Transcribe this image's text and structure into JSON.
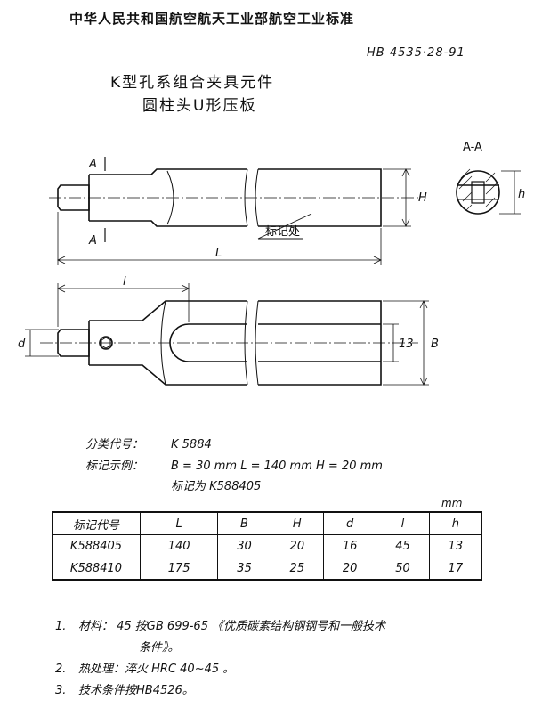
{
  "header": {
    "organization": "中华人民共和国航空航天工业部航空工业标准",
    "standard_no": "HB 4535·28-91",
    "title_line1": "K型孔系组合夹具元件",
    "title_line2": "圆柱头U形压板"
  },
  "drawing": {
    "section_label": "A-A",
    "mark_a_top": "A",
    "mark_a_bottom": "A",
    "dim_H": "H",
    "dim_L": "L",
    "dim_l": "l",
    "dim_d": "d",
    "dim_13": "13",
    "dim_B": "B",
    "dim_h": "h",
    "marking_callout": "标记处"
  },
  "classification": {
    "code_label": "分类代号：",
    "code_value": "K 5884",
    "example_label": "标记示例：",
    "example_value": "B = 30 mm    L = 140 mm    H = 20 mm",
    "example_marking": "标记为 K588405"
  },
  "table": {
    "unit": "mm",
    "headers": [
      "标记代号",
      "L",
      "B",
      "H",
      "d",
      "l",
      "h"
    ],
    "rows": [
      [
        "K588405",
        "140",
        "30",
        "20",
        "16",
        "45",
        "13"
      ],
      [
        "K588410",
        "175",
        "35",
        "25",
        "20",
        "50",
        "17"
      ]
    ]
  },
  "notes": [
    {
      "num": "1.",
      "text": "材料：   45   按GB 699-65 《优质碳素结构钢钢号和一般技术"
    },
    {
      "num": "",
      "text": "条件》。"
    },
    {
      "num": "2.",
      "text": "热处理：淬火 HRC 40~45 。"
    },
    {
      "num": "3.",
      "text": "技术条件按HB4526。"
    }
  ]
}
